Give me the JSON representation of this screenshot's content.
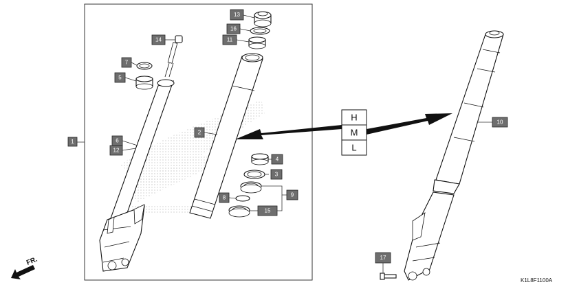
{
  "diagram": {
    "code": "K1L8F1100A",
    "direction_label": "FR.",
    "grade_labels": [
      "H",
      "M",
      "L"
    ],
    "callouts": {
      "c1": "1",
      "c2": "2",
      "c3": "3",
      "c4": "4",
      "c5": "5",
      "c6": "6",
      "c7": "7",
      "c8": "8",
      "c9": "9",
      "c10": "10",
      "c11": "11",
      "c12": "12",
      "c13": "13",
      "c14": "14",
      "c15": "15",
      "c16": "16",
      "c17": "17"
    }
  }
}
